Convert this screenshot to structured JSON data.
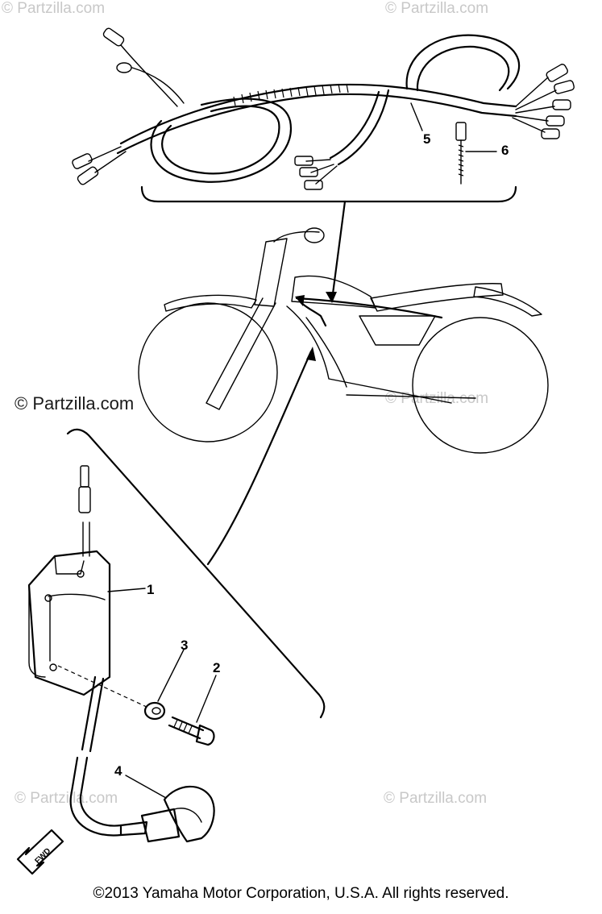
{
  "watermarks": {
    "top_left": "© Partzilla.com",
    "top_right": "© Partzilla.com",
    "middle_left": "© Partzilla.com",
    "middle_right": "© Partzilla.com",
    "bottom_left": "© Partzilla.com",
    "bottom_right": "© Partzilla.com"
  },
  "callouts": {
    "part1": "1",
    "part2": "2",
    "part3": "3",
    "part4": "4",
    "part5": "5",
    "part6": "6"
  },
  "direction_label": "FWD",
  "copyright": "©2013  Yamaha Motor Corporation, U.S.A. All rights reserved."
}
